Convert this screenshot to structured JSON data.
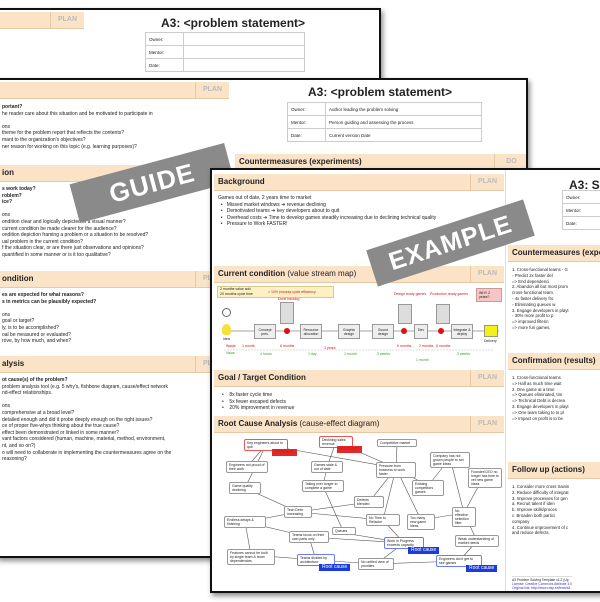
{
  "back_sheet": {
    "plan_tag": "PLAN",
    "title": "A3: <problem statement>",
    "meta": [
      {
        "label": "Owner:",
        "value": ""
      },
      {
        "label": "Mentor:",
        "value": ""
      },
      {
        "label": "Date:",
        "value": ""
      }
    ]
  },
  "guide_sheet": {
    "banner": "GUIDE",
    "title": "A3: <problem statement>",
    "meta": [
      {
        "label": "Owner:",
        "value": "Author leading the problem solving"
      },
      {
        "label": "Mentor:",
        "value": "Person guiding and assessing the process"
      },
      {
        "label": "Date:",
        "value": "Current version Date"
      }
    ],
    "plan_tag": "PLAN",
    "do_tag": "DO",
    "countermeasures_header": "Countermeasures (experiments)",
    "background_lines": [
      "portant?",
      "he reader care about this situation and be motivated to participate in",
      "",
      "ons",
      "theme for the problem report that reflects the contents?",
      "mant to the organization's objectives?",
      "ner reason for working on this topic (e.g. learning purposes)?"
    ],
    "current_condition_header": "ion",
    "current_condition_lines": [
      "s work today?",
      "roblem?",
      "ice?",
      "",
      "ons",
      "ondition clear and logically depicted in a visual manner?",
      "current condition be made clearer for the audience?",
      "ondition depiction framing a problem or a situation to be resolved?",
      "ual problem in the current condition?",
      "f the situation clear, or are there just observations and opinions?",
      "quantified in some manner or is it too qualitative?"
    ],
    "goal_header": "ondition",
    "goal_lines": [
      "es are expected for what reasons?",
      "s in metrics can be plausibly expected?",
      "",
      "ons",
      "goal or target?",
      "ly, is to be accomplished?",
      "oal be measured or evaluated?",
      "rove, by how much, and when?"
    ],
    "rca_header": "alysis",
    "rca_lines": [
      "ot cause(s) of the problem?",
      "problem analysis tool (e.g. 5 why's, fishbone diagram, cause/effect network",
      "nd-effect relationships.",
      "",
      "ons",
      "comprehensive at a broad level?",
      "detailed enough and did it probe deeply enough on the right issues?",
      "ce of proper five-whys thinking about the true cause?",
      "effect been demonstrated or linked in some manner?",
      "vant factors considered (human, machine, material, method, environment,",
      "nt, and so on?)",
      "o will need to collaborate in implementing the countermeasures agree on the",
      "reasoning?"
    ]
  },
  "example_sheet": {
    "banner": "EXAMPLE",
    "plan_tag": "PLAN",
    "title": "A3: S",
    "meta": [
      {
        "label": "Owner:",
        "value": ""
      },
      {
        "label": "Mentor:",
        "value": ""
      },
      {
        "label": "Date:",
        "value": ""
      }
    ],
    "background": {
      "header": "Background",
      "intro": "Games out of date, 2 years time to market",
      "bullets": [
        "Missed market windows ➔ revenue declining",
        "Demotivated teams ➔ key developers about to quit",
        "Overhead costs ➔ Time to develop games steadily increasing due to declining technical quality",
        "Pressure to Work FASTER!"
      ]
    },
    "current_condition": {
      "header": "Current condition",
      "sub": "(value stream map)",
      "efficiency_line1": "2 months value add",
      "efficiency_line2": "20 months cycle time",
      "efficiency_result": "= 10% process cycle efficiency",
      "steps": [
        "Concept pres.",
        "Resource allocation",
        "Graphic design",
        "Sound design",
        "Dev",
        "Integrate & deploy"
      ],
      "queues": [
        "Done backlog",
        "Design ready games",
        "Production ready games"
      ],
      "delays": [
        "1 month",
        "6 months",
        "3 years",
        "6 months",
        "2 months",
        "6 months"
      ],
      "value_times": [
        "4 hours",
        "1 day",
        "1 month",
        "3 weeks",
        "1 month",
        "3 weeks"
      ],
      "idea_label": "Idea",
      "waste_label": "Waste",
      "value_label": "Value",
      "delivery_label": "Delivery",
      "speech": "WHY 2 years?"
    },
    "goal": {
      "header": "Goal / Target Condition",
      "bullets": [
        "8x faster cycle time",
        "5x fewer escaped defects",
        "20% improvement in revenue"
      ]
    },
    "rca": {
      "header": "Root Cause Analysis",
      "sub": "(cause-effect diagram)",
      "problem_label": "Problem",
      "root_label": "Root cause",
      "nodes": [
        "Key engineers about to quit",
        "Declining sales revenue",
        "Competitive market",
        "Engineers not proud of their work",
        "Games stale & out of date",
        "Pressure from business to work faster",
        "Company has not grown people to set game ideas",
        "Game quality declining",
        "Taking ever longer to complete a game",
        "Existing competitors games",
        "Founder/CEO no longer has time to vet new game ideas",
        "Defects blended",
        "Tech Debt increasing",
        "Endless delays & finishing",
        "No Time to Refactor",
        "Too many new game ideas",
        "No effective selection filter",
        "Queues",
        "Teams focus on their own parts only",
        "Work in Progress exceeds capacity",
        "Weak understanding of market needs",
        "Features cannot be built by single team & team dependencies",
        "Teams divided by architecture",
        "No unified view of priorities",
        "Engineers don't get to see games"
      ]
    },
    "countermeasures": {
      "header": "Countermeasures (expe",
      "lines": [
        "1.  Cross-functional teams - G",
        "      ◦  Predict 2x faster del",
        "          => End dependenci",
        "2.  Abandon all but most prom",
        "     cross-functional team.",
        "      ◦  4x faster delivery fro",
        "      ◦  Eliminating queues w",
        "3.  Engage developers in playt",
        "      ◦  30% more profit to p",
        "          => improved filterin",
        "          => more fun games,"
      ]
    },
    "confirmation": {
      "header": "Confirmation (results)",
      "lines": [
        "1.  Cross-functional teams",
        "     => Half as much time wait",
        "2.  One game at a time",
        "     => Queues eliminated, tim",
        "     => Technical Debt is decrea",
        "3.  Engage developers in playt",
        "     => One team taking to to pl",
        "     => Impact on profit is to be"
      ]
    },
    "followup": {
      "header": "Follow up (actions)",
      "lines": [
        "1.  Consider more cross trainin",
        "2.  Reduce difficulty of integrat",
        "3.  Improve processes for gen",
        "      a.  Recruit talent if iden",
        "      b.  Improve skills/proces",
        "      c.  Broaden both partici",
        "           company",
        "4.  Continue improvement of c",
        "     and reduce defects."
      ]
    },
    "footer": {
      "line1": "A3 Problem Solving Template v1.2 (Up",
      "line2": "License: Creative Commons Attribute 3.0",
      "line3": "Original link: http://www.crisp.se/lean/a3"
    }
  }
}
